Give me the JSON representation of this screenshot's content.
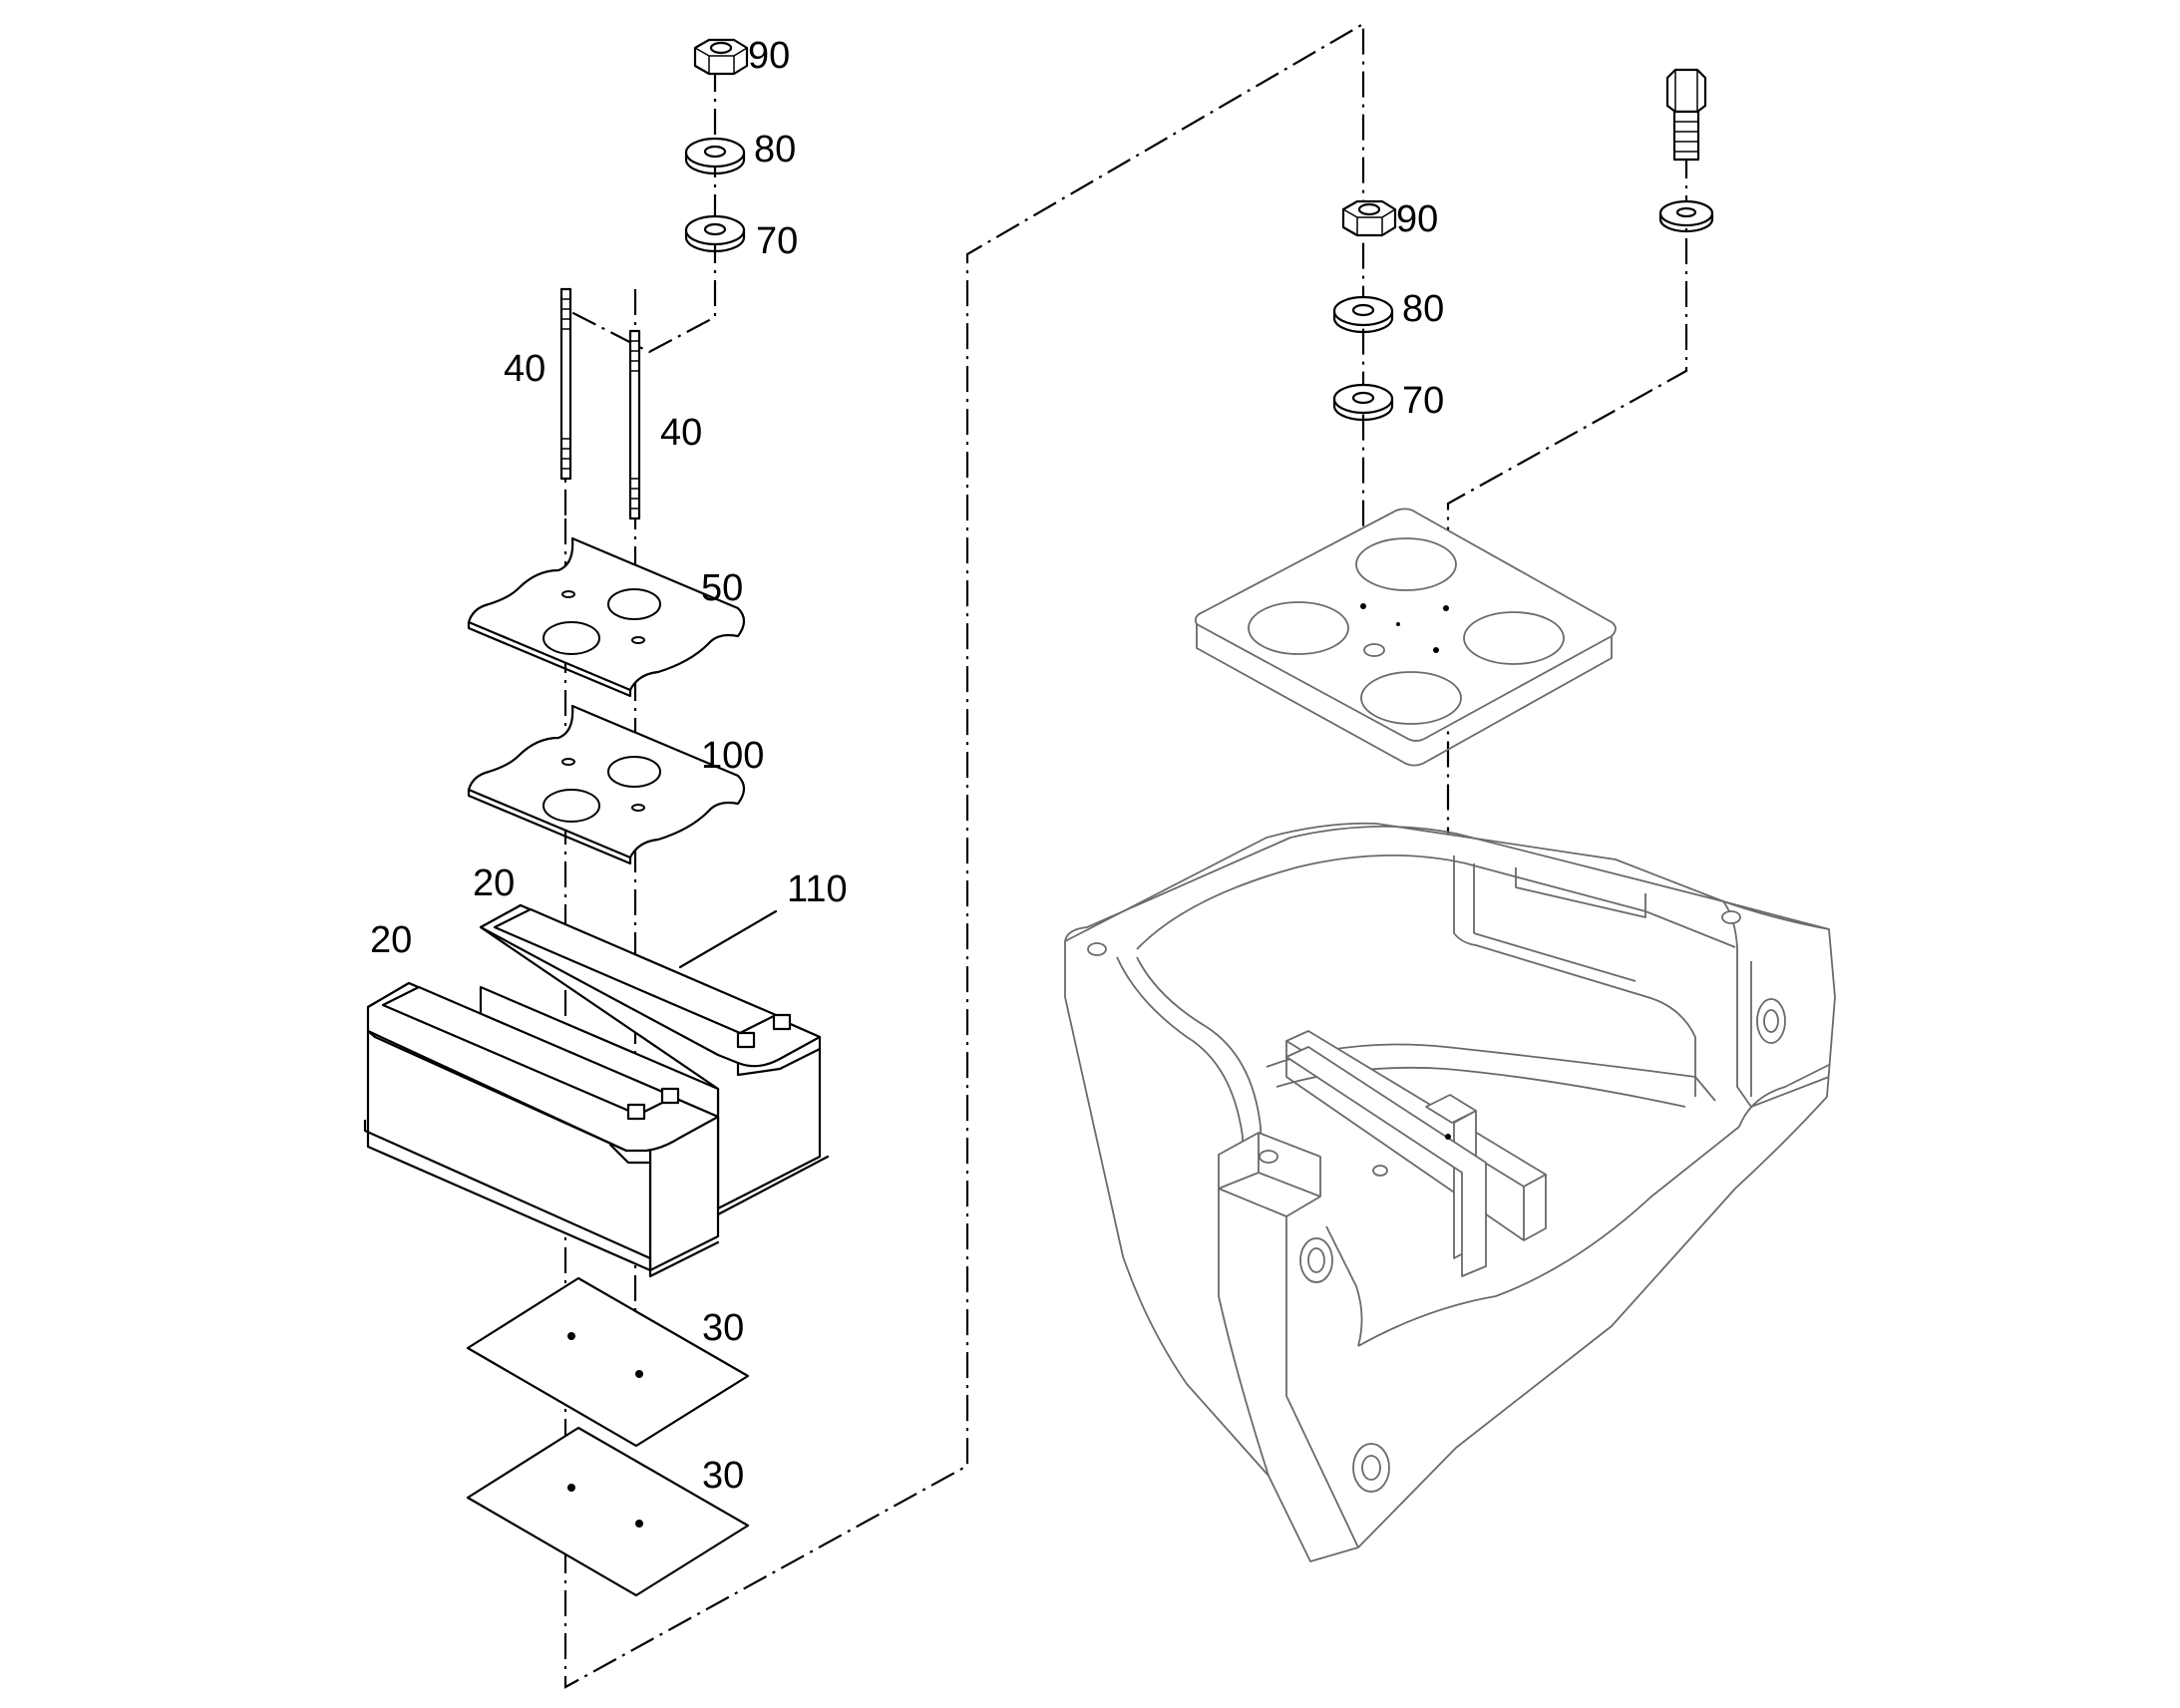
{
  "diagram": {
    "callouts": [
      {
        "id": "nut-left",
        "text": "90"
      },
      {
        "id": "washer-80-left",
        "text": "80"
      },
      {
        "id": "washer-70-left",
        "text": "70"
      },
      {
        "id": "stud-a",
        "text": "40"
      },
      {
        "id": "stud-b",
        "text": "40"
      },
      {
        "id": "clamp-plate",
        "text": "50"
      },
      {
        "id": "rubber-plate",
        "text": "100"
      },
      {
        "id": "battery-rear",
        "text": "20"
      },
      {
        "id": "battery-front",
        "text": "20"
      },
      {
        "id": "battery-pad-110",
        "text": "110"
      },
      {
        "id": "base-pad-upper",
        "text": "30"
      },
      {
        "id": "base-pad-lower",
        "text": "30"
      },
      {
        "id": "nut-right",
        "text": "90"
      },
      {
        "id": "washer-80-right",
        "text": "80"
      },
      {
        "id": "washer-70-right",
        "text": "70"
      }
    ]
  }
}
